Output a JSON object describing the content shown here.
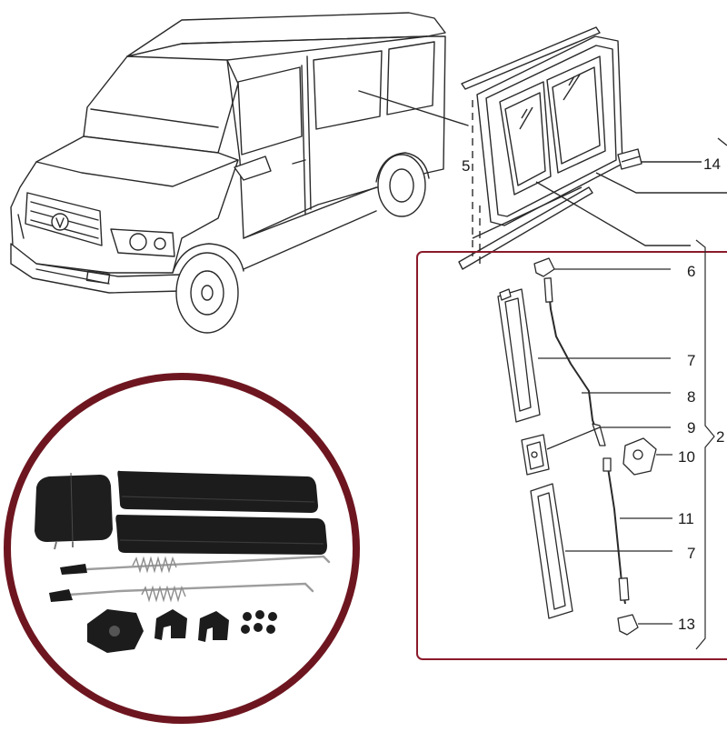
{
  "callouts": {
    "n2": "2",
    "n5": "5",
    "n6": "6",
    "n7a": "7",
    "n8": "8",
    "n9": "9",
    "n10": "10",
    "n11": "11",
    "n7b": "7",
    "n13": "13",
    "n14": "14"
  },
  "colors": {
    "line": "#2a2a2a",
    "highlight_box": "#8b1a2b",
    "photo_ring": "#6e1620",
    "part_fill": "#1c1c1c",
    "metal": "#b8b8b8"
  },
  "icons": {
    "van": "van-side-front-view",
    "window": "sliding-window-frame",
    "kit_photo": "repair-kit-photo"
  }
}
